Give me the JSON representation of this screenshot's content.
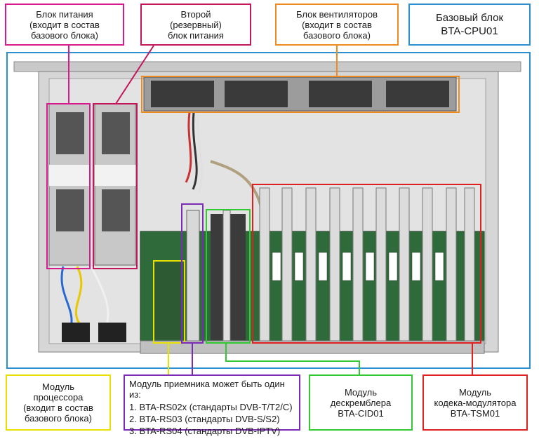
{
  "colors": {
    "psu": "#d81b8c",
    "psu_backup": "#c2185b",
    "fans": "#ef8a1e",
    "base": "#2b8fd0",
    "cpu_module": "#e8e000",
    "receiver": "#7b2bb5",
    "descrambler": "#32c832",
    "codec": "#e02020"
  },
  "callouts": {
    "psu": "Блок питания\n(входит в состав\nбазового блока)",
    "psu_backup": "Второй\n(резервный)\nблок питания",
    "fans": "Блок вентиляторов\n(входит в состав\nбазового блока)",
    "base": "Базовый блок\nBTA-CPU01",
    "cpu_module": "Модуль\nпроцессора\n(входит в состав\nбазового блока)",
    "receiver": {
      "title": "Модуль приемника может быть один из:",
      "items": [
        "1. BTA-RS02x (стандарты DVB-T/T2/C)",
        "2. BTA-RS03 (стандарты DVB-S/S2)",
        "3. BTA-RS04 (стандарты DVB-IPTV)"
      ]
    },
    "descrambler": "Модуль\nдескремблера\nBTA-CID01",
    "codec": "Модуль\nкодека-модулятора\nBTA-TSM01"
  }
}
